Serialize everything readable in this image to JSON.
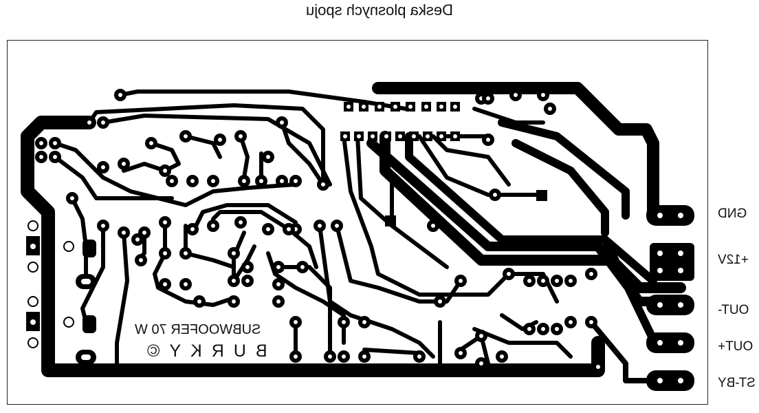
{
  "title": "Deska plosnych spoju",
  "connectors": {
    "gnd": "GND",
    "plus12v": "+12V",
    "out_minus": "OUT-",
    "out_plus": "OUT+",
    "standby": "ST-BY"
  },
  "silkscreen": {
    "line1": "SUBWOOFER 70 W",
    "line2": "BURKY©"
  }
}
